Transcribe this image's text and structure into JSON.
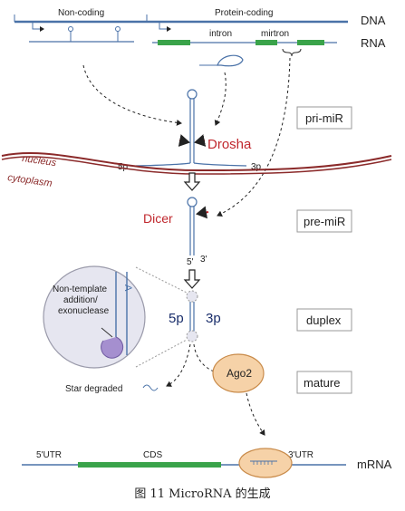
{
  "figure": {
    "caption": "图 11 MicroRNA 的生成"
  },
  "genome": {
    "non_coding_label": "Non-coding",
    "protein_coding_label": "Protein-coding",
    "dna_label": "DNA",
    "rna_label": "RNA",
    "intron_label": "intron",
    "mirtron_label": "mirtron"
  },
  "compartments": {
    "nucleus_label": "nucleus",
    "cytoplasm_label": "cytoplasm"
  },
  "processing": {
    "drosha_label": "Drosha",
    "dicer_label": "Dicer",
    "five_p": "5p",
    "three_p": "3p",
    "five_prime": "5'",
    "three_prime": "3'",
    "duplex_5p": "5p",
    "duplex_3p": "3p",
    "non_template_line1": "Non-template",
    "non_template_line2": "addition/",
    "non_template_line3": "exonuclease",
    "strand_letter": "A",
    "star_degraded_label": "Star degraded",
    "ago2_label": "Ago2"
  },
  "stages": {
    "pri_mir": "pri-miR",
    "pre_mir": "pre-miR",
    "duplex": "duplex",
    "mature": "mature",
    "mrna": "mRNA"
  },
  "mrna_parts": {
    "utr5": "5'UTR",
    "cds": "CDS",
    "utr3": "3'UTR"
  },
  "colors": {
    "dna_line": "#4a72a8",
    "rna_green": "#3aa34a",
    "enzyme_red": "#c0272d",
    "membrane": "#8b2a2a",
    "ago2_fill": "#f6d2a8",
    "ago2_stroke": "#c98b4a",
    "circle_fill": "#e6e6f0",
    "lavender": "#a58fcf"
  }
}
